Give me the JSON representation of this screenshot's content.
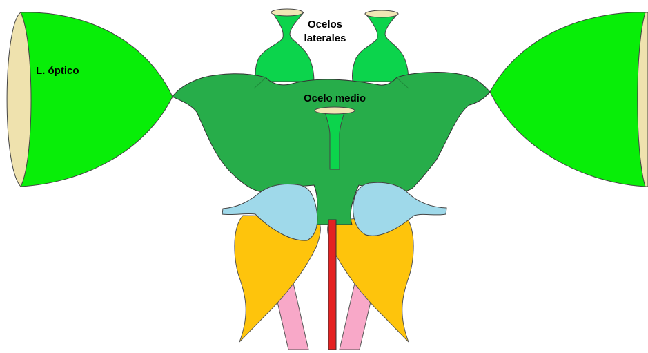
{
  "labels": {
    "optic_lobe": "L. óptico",
    "lateral_ocelli_line1": "Ocelos",
    "lateral_ocelli_line2": "laterales",
    "median_ocellus": "Ocelo medio"
  },
  "colors": {
    "optic_lobe": "#08ee08",
    "optic_lobe_cap": "#efe2ae",
    "ocelli": "#0cd44c",
    "ocellus_cap": "#f0e6b4",
    "protocerebrum": "#27ad4a",
    "antennal_lobe": "#9fd9ea",
    "mushroom_lobe": "#fec40c",
    "nerve": "#f8a8c8",
    "midline": "#e42222",
    "outline": "#333333"
  }
}
